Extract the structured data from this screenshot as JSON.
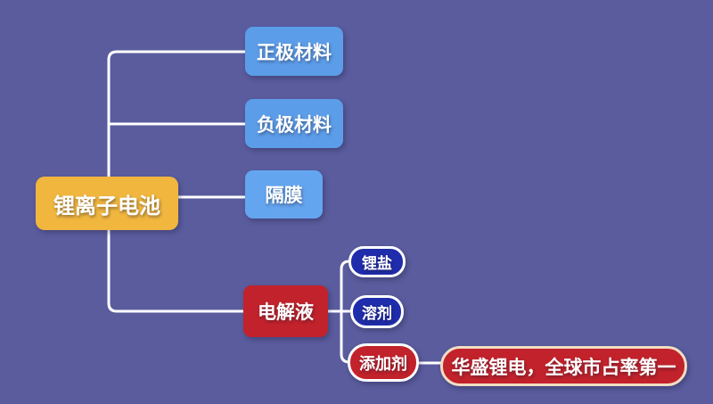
{
  "diagram": {
    "title": "锂离子电池 mind map",
    "background_color": "#5A5C9E",
    "connector_color": "#FFFFFF",
    "text_color": "#FFFFFF",
    "root": {
      "label": "锂离子电池",
      "fill": "#F0B63E"
    },
    "branches": [
      {
        "label": "正极材料",
        "fill": "#5C9DE9"
      },
      {
        "label": "负极材料",
        "fill": "#5C9DE9"
      },
      {
        "label": "隔膜",
        "fill": "#64A5F0"
      },
      {
        "label": "电解液",
        "fill": "#C2222B",
        "children": [
          {
            "label": "锂盐",
            "fill": "#1F2CAB"
          },
          {
            "label": "溶剂",
            "fill": "#1F2CAB"
          },
          {
            "label": "添加剂",
            "fill": "#C2222B",
            "children": [
              {
                "label": "华盛锂电，全球市占率第一",
                "fill": "#C2222B",
                "border_color": "#F2DEC4"
              }
            ]
          }
        ]
      }
    ]
  }
}
